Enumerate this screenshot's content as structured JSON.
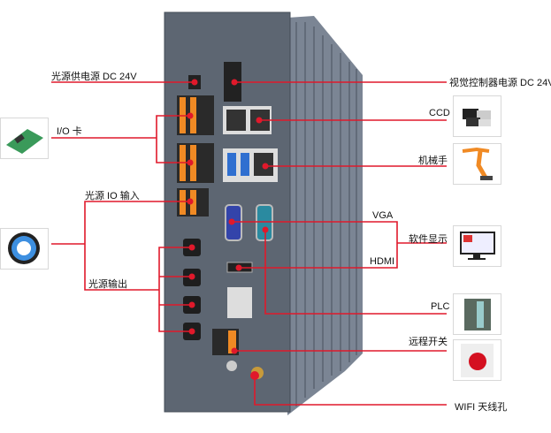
{
  "labels": {
    "light_power": "光源供电源 DC 24V",
    "controller_power": "视觉控制器电源 DC 24V",
    "io_card": "I/O 卡",
    "ccd": "CCD",
    "robot_arm": "机械手",
    "light_io_input": "光源 IO 输入",
    "light_output": "光源输出",
    "vga": "VGA",
    "hdmi": "HDMI",
    "software_display": "软件显示",
    "plc": "PLC",
    "remote_switch": "远程开关",
    "wifi_antenna": "WIFI 天线孔"
  },
  "colors": {
    "callout": "#e0192b",
    "panel": "#5d6672",
    "fins": "#7b8594",
    "terminal": "#f08a24"
  }
}
